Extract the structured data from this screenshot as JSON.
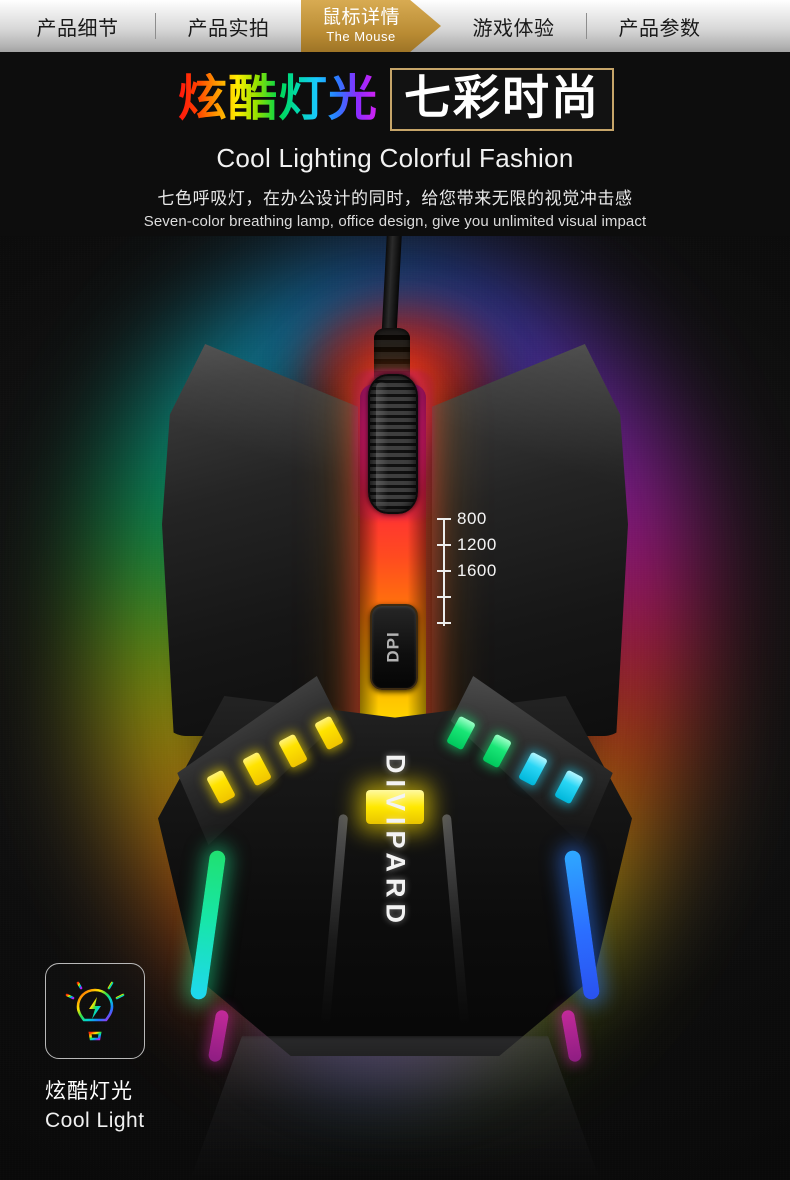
{
  "nav": {
    "tabs": [
      {
        "label": "产品细节",
        "sub": "",
        "active": false
      },
      {
        "label": "产品实拍",
        "sub": "",
        "active": false
      },
      {
        "label": "鼠标详情",
        "sub": "The Mouse",
        "active": true
      },
      {
        "label": "游戏体验",
        "sub": "",
        "active": false
      },
      {
        "label": "产品参数",
        "sub": "",
        "active": false
      }
    ]
  },
  "hero": {
    "title_rainbow": "炫酷灯光",
    "title_boxed": "七彩时尚",
    "subtitle_en": "Cool Lighting Colorful Fashion",
    "desc_cn": "七色呼吸灯，在办公设计的同时，给您带来无限的视觉冲击感",
    "desc_en": "Seven-color breathing lamp, office design, give you unlimited visual impact"
  },
  "product": {
    "brand": "DIVIPARD",
    "dpi_button_label": "DPI",
    "dpi_levels": [
      "800",
      "1200",
      "1600"
    ]
  },
  "badge": {
    "icon": "lightbulb-icon",
    "label_cn": "炫酷灯光",
    "label_en": "Cool Light"
  },
  "colors": {
    "nav_active_gold": "#c79a42",
    "title_box_border": "#c6a569",
    "page_background": "#0d0d0d",
    "glow_top_red": "#ff2814",
    "glow_bottom_purple": "#a838c8",
    "spine_gradient_start": "#c21a7a",
    "spine_gradient_end": "#f5ee2a"
  }
}
